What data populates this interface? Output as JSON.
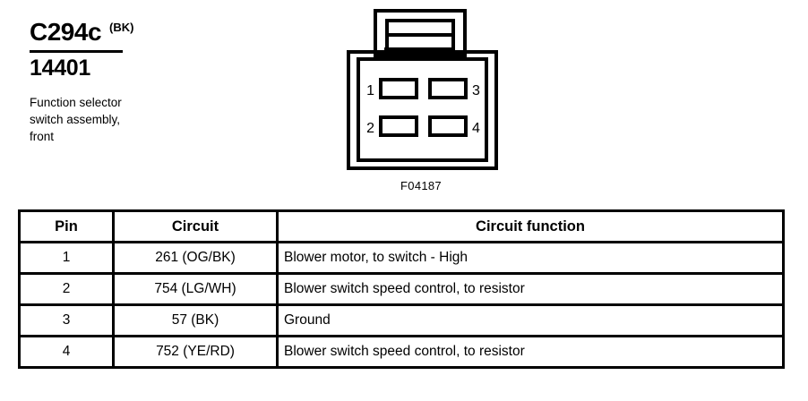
{
  "header": {
    "connector_id": "C294c",
    "color_code": "(BK)",
    "part_number": "14401",
    "description_line1": "Function selector",
    "description_line2": "switch assembly,",
    "description_line3": "front"
  },
  "figure": {
    "caption": "F04187",
    "pin_labels": {
      "top_left": "1",
      "top_right": "3",
      "bottom_left": "2",
      "bottom_right": "4"
    }
  },
  "table": {
    "headers": {
      "pin": "Pin",
      "circuit": "Circuit",
      "function": "Circuit function"
    },
    "rows": [
      {
        "pin": "1",
        "circuit": "261 (OG/BK)",
        "function": "Blower motor, to switch - High"
      },
      {
        "pin": "2",
        "circuit": "754 (LG/WH)",
        "function": "Blower switch speed control, to resistor"
      },
      {
        "pin": "3",
        "circuit": "57 (BK)",
        "function": "Ground"
      },
      {
        "pin": "4",
        "circuit": "752 (YE/RD)",
        "function": "Blower switch speed control, to resistor"
      }
    ]
  },
  "colors": {
    "ink": "#000000",
    "paper": "#ffffff"
  }
}
